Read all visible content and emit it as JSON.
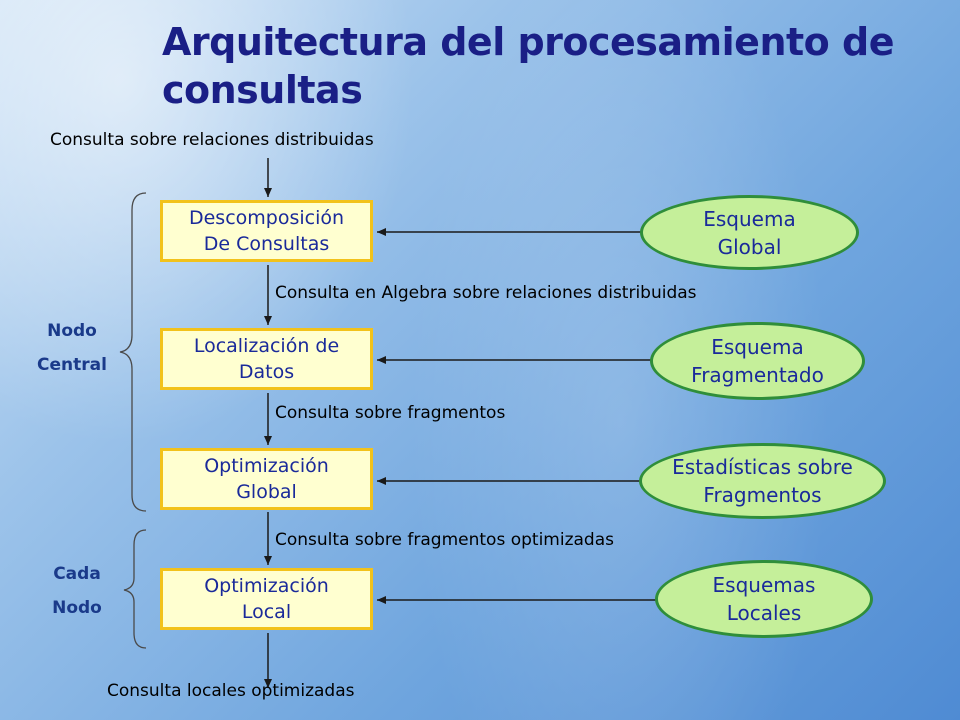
{
  "title": "Arquitectura del procesamiento de consultas",
  "labels": {
    "input": "Consulta sobre relaciones distribuidas",
    "algebra": "Consulta en Algebra sobre relaciones distribuidas",
    "fragments": "Consulta sobre fragmentos",
    "optimized_fragments": "Consulta sobre fragmentos optimizadas",
    "output": "Consulta locales optimizadas"
  },
  "groups": {
    "central": {
      "line1": "Nodo",
      "line2": "Central"
    },
    "each": {
      "line1": "Cada",
      "line2": "Nodo"
    }
  },
  "steps": [
    {
      "line1": "Descomposición",
      "line2": "De Consultas"
    },
    {
      "line1": "Localización de",
      "line2": "Datos"
    },
    {
      "line1": "Optimización",
      "line2": "Global"
    },
    {
      "line1": "Optimización",
      "line2": "Local"
    }
  ],
  "sources": [
    {
      "line1": "Esquema",
      "line2": "Global"
    },
    {
      "line1": "Esquema",
      "line2": "Fragmentado"
    },
    {
      "line1": "Estadísticas sobre",
      "line2": "Fragmentos"
    },
    {
      "line1": "Esquemas",
      "line2": "Locales"
    }
  ]
}
